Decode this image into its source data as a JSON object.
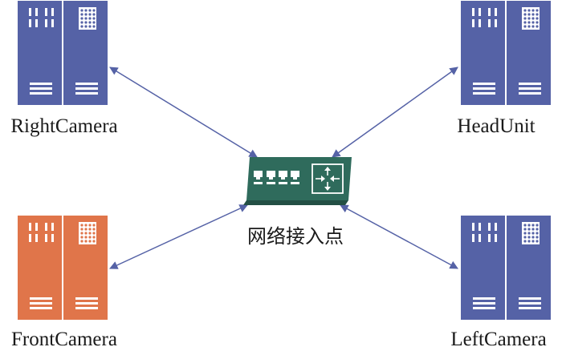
{
  "nodes": {
    "right_camera": {
      "label": "RightCamera",
      "color": "#5562a6",
      "icon": "server-cabinet-icon"
    },
    "head_unit": {
      "label": "HeadUnit",
      "color": "#5562a6",
      "icon": "server-cabinet-icon"
    },
    "front_camera": {
      "label": "FrontCamera",
      "color": "#e0754a",
      "icon": "server-cabinet-icon"
    },
    "left_camera": {
      "label": "LeftCamera",
      "color": "#5562a6",
      "icon": "server-cabinet-icon"
    },
    "access_point": {
      "label": "网络接入点",
      "color": "#2f6b5c",
      "icon": "network-switch-icon"
    }
  },
  "links": [
    {
      "from": "right_camera",
      "to": "access_point",
      "style": "bidirectional-arrow"
    },
    {
      "from": "head_unit",
      "to": "access_point",
      "style": "bidirectional-arrow"
    },
    {
      "from": "front_camera",
      "to": "access_point",
      "style": "bidirectional-arrow"
    },
    {
      "from": "left_camera",
      "to": "access_point",
      "style": "bidirectional-arrow"
    }
  ],
  "colors": {
    "link": "#5562a6",
    "cabinet_line": "#ffffff"
  }
}
